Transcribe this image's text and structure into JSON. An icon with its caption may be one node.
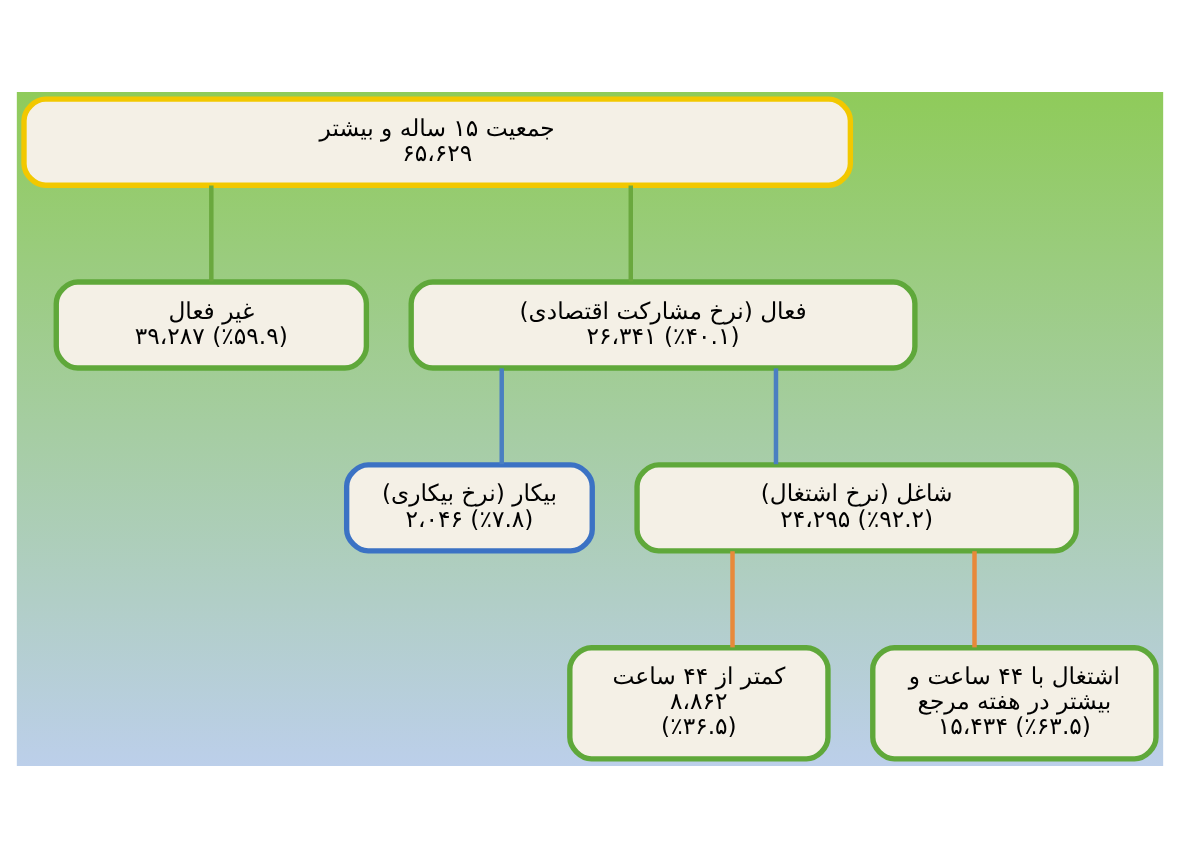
{
  "diagram": {
    "nodes": [
      {
        "text": [
          "جمعیت ۱۵ ساله و بیشتر",
          "۶۵،۶۲۹"
        ]
      },
      {
        "text": [
          "فعال (نرخ مشارکت اقتصادی)",
          "۲۶،۳۴۱ (٪۴۰.۱)"
        ]
      },
      {
        "text": [
          "غیر فعال",
          "۳۹،۲۸۷ (٪۵۹.۹)"
        ]
      },
      {
        "text": [
          "شاغل (نرخ اشتغال)",
          "۲۴،۲۹۵ (٪۹۲.۲)"
        ]
      },
      {
        "text": [
          "بیکار (نرخ بیکاری)",
          "۲،۰۴۶ (٪۷.۸)"
        ]
      },
      {
        "text": [
          "اشتغال با ۴۴ ساعت و بیشتر در هفته مرجع",
          "۱۵،۴۳۴ (٪۶۳.۵)"
        ]
      },
      {
        "text": [
          "کمتر از ۴۴ ساعت",
          "۸،۸۶۲",
          "(٪۳۶.۵)"
        ]
      }
    ],
    "edges": [
      {
        "from": 0,
        "to": 2,
        "arrow": "none",
        "color": "#6aa83e"
      },
      {
        "from": 0,
        "to": 1,
        "arrow": "none",
        "color": "#6aa83e"
      },
      {
        "from": 1,
        "to": 4,
        "arrow": "none",
        "color": "#4a7fc1"
      },
      {
        "from": 1,
        "to": 3,
        "arrow": "none",
        "color": "#4a7fc1"
      },
      {
        "from": 3,
        "to": 6,
        "arrow": "none",
        "color": "#e8893a"
      },
      {
        "from": 3,
        "to": 5,
        "arrow": "none",
        "color": "#e8893a"
      }
    ]
  }
}
